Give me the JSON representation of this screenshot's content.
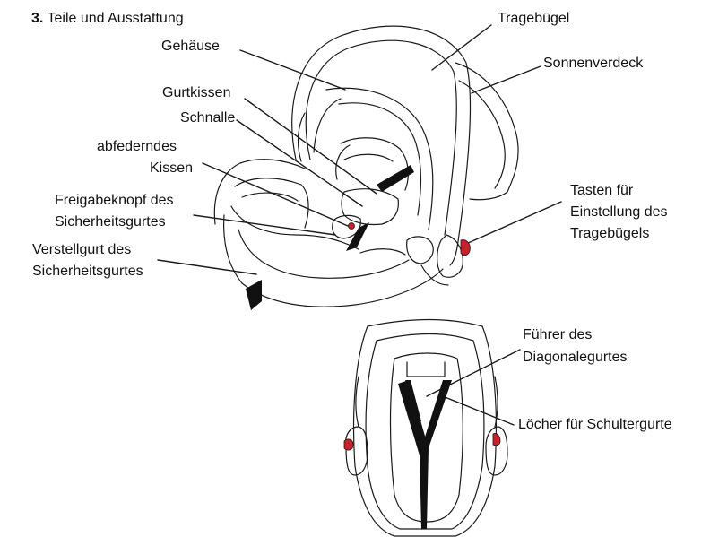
{
  "section": {
    "number": "3.",
    "title": "Teile und Ausstattung"
  },
  "labels": {
    "handle": "Tragebügel",
    "shell": "Gehäuse",
    "canopy": "Sonnenverdeck",
    "harness_pad": "Gurtkissen",
    "buckle": "Schnalle",
    "cushion_1": "abfederndes",
    "cushion_2": "Kissen",
    "release_1": "Freigabeknopf des",
    "release_2": "Sicherheitsgurtes",
    "adjuster_1": "Verstellgurt des",
    "adjuster_2": "Sicherheitsgurtes",
    "buttons_1": "Tasten für",
    "buttons_2": "Einstellung des",
    "buttons_3": "Tragebügels",
    "guide_1": "Führer des",
    "guide_2": "Diagonalegurtes",
    "holes": "Löcher für Schultergurte"
  },
  "colors": {
    "line": "#1a1a1a",
    "accent_red": "#c8202a",
    "strap": "#111111"
  }
}
